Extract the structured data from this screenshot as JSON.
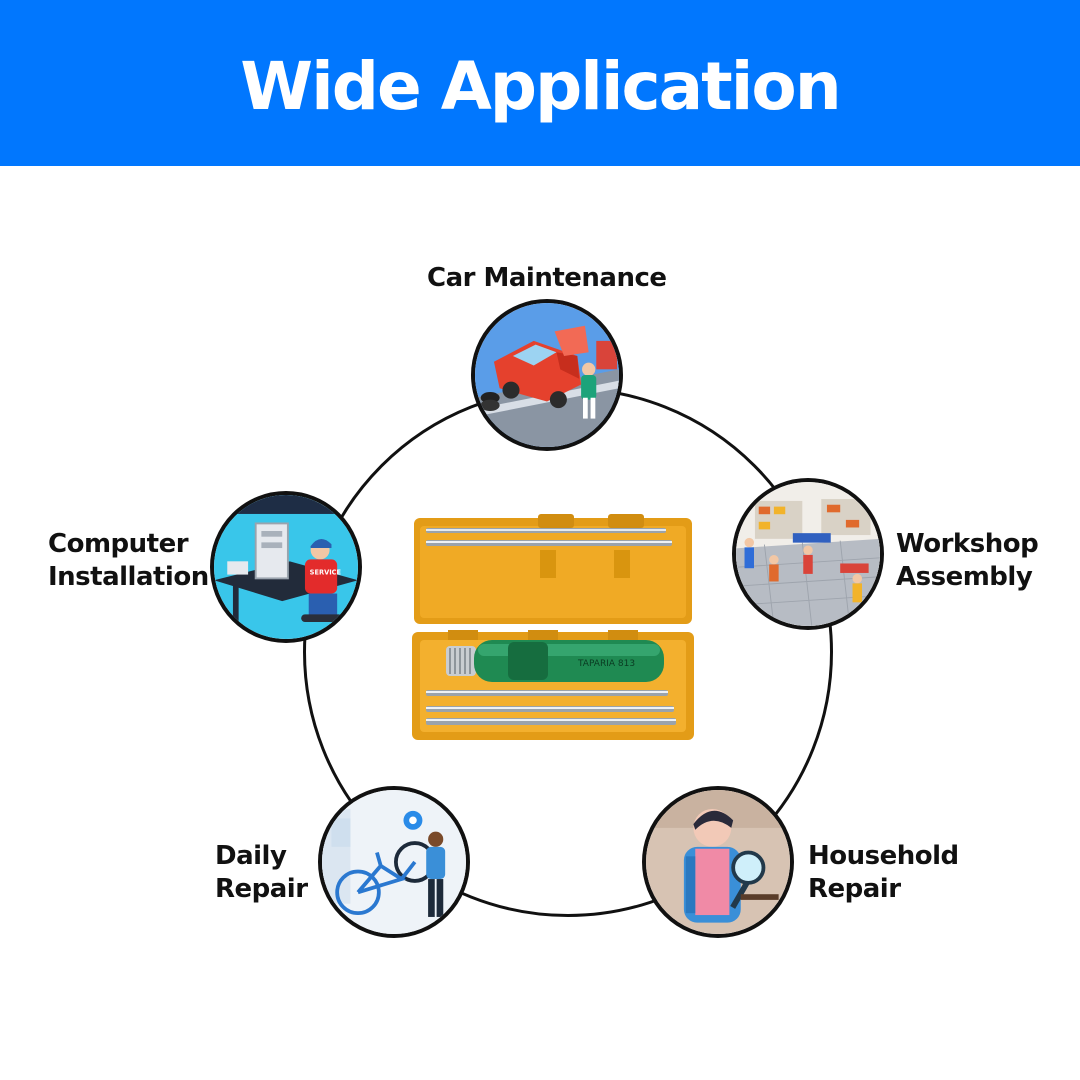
{
  "header": {
    "title": "Wide Application",
    "color": "#0177fe"
  },
  "applications": [
    {
      "id": "car",
      "lines": [
        "Car Maintenance"
      ],
      "icon": "car-repair-illustration"
    },
    {
      "id": "workshop",
      "lines": [
        "Workshop",
        "Assembly"
      ],
      "icon": "workshop-illustration"
    },
    {
      "id": "household",
      "lines": [
        "Household",
        "Repair"
      ],
      "icon": "household-repair-illustration"
    },
    {
      "id": "daily",
      "lines": [
        "Daily",
        "Repair"
      ],
      "icon": "bicycle-repair-illustration"
    },
    {
      "id": "computer",
      "lines": [
        "Computer",
        "Installation"
      ],
      "icon": "computer-service-illustration"
    }
  ],
  "product": {
    "icon": "screwdriver-set-case",
    "case_color": "#e8a21b",
    "handle_color": "#1f8a52"
  },
  "computer_shirt_text": "SERVICE"
}
